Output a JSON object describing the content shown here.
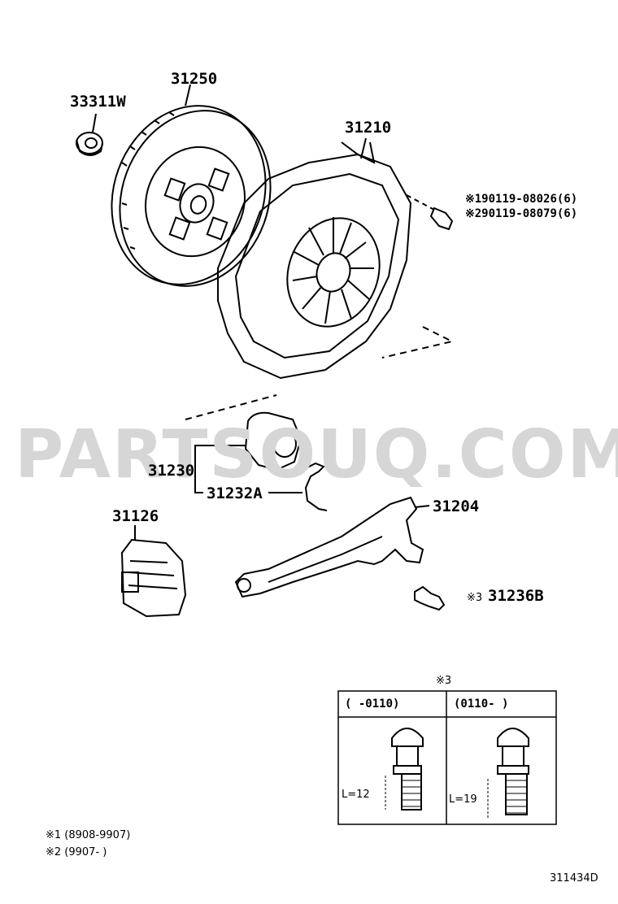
{
  "watermark": "PARTSOUQ.COM",
  "parts": {
    "p33311w": "33311W",
    "p31250": "31250",
    "p31210": "31210",
    "bolt1": "※190119-08026(6)",
    "bolt2": "※290119-08079(6)",
    "p31230": "31230",
    "p31232a": "31232A",
    "p31204": "31204",
    "p31126": "31126",
    "p31236b_mark": "※3",
    "p31236b": "31236B"
  },
  "detail": {
    "title": "※3",
    "col1": "(      -0110)",
    "col2": "(0110-      )",
    "len1": "L=12",
    "len2": "L=19"
  },
  "footnotes": {
    "n1": "※1 (8908-9907)",
    "n2": "※2 (9907-    )"
  },
  "diagram_code": "311434D"
}
